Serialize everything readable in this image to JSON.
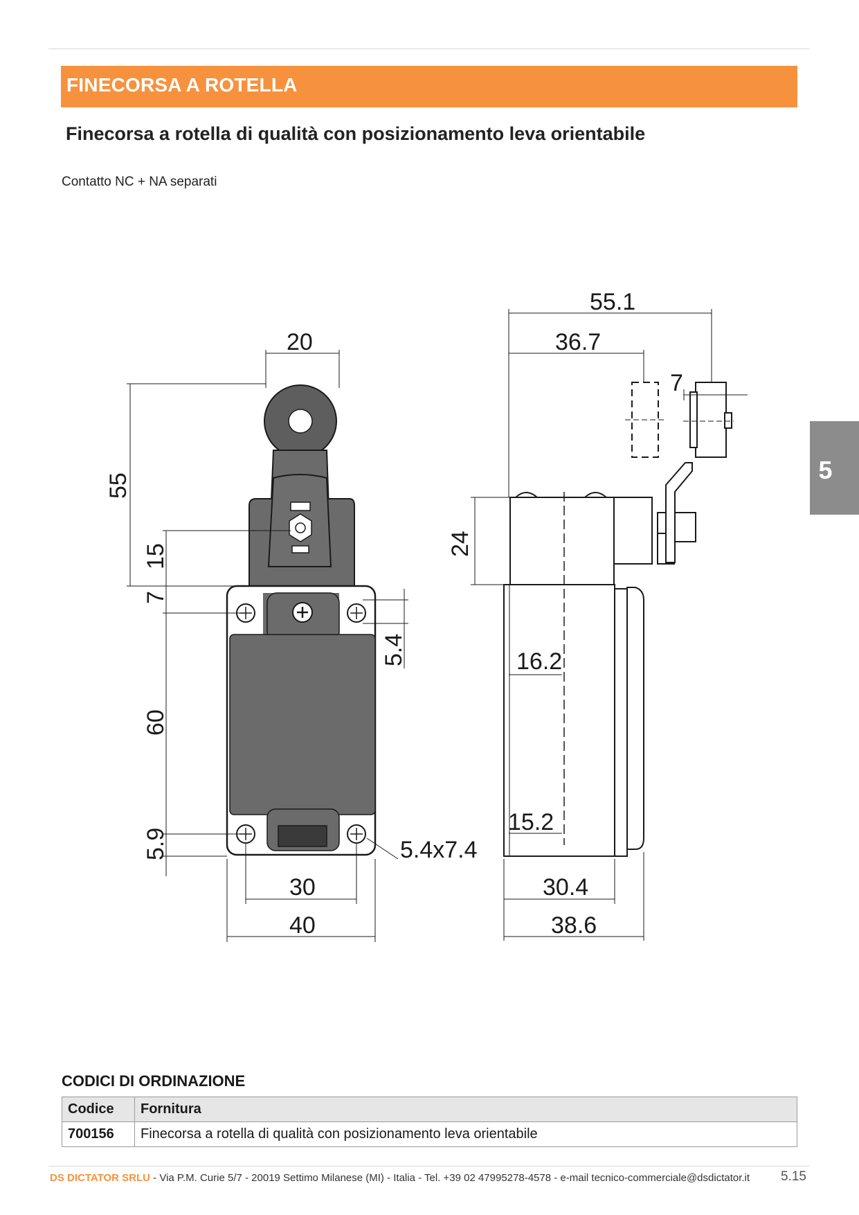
{
  "header": {
    "title": "FINECORSA A ROTELLA",
    "subtitle": "Finecorsa a rotella di qualità con posizionamento leva orientabile",
    "contact_type": "Contatto NC + NA separati"
  },
  "section_tab": "5",
  "colors": {
    "accent": "#f6923e",
    "tab": "#8c8c8c",
    "body": "#6b6b6b"
  },
  "drawing": {
    "front": {
      "width_roller": "20",
      "height_total": "55",
      "height_lever": "15",
      "offset_top": "7",
      "height_body": "60",
      "offset_bottom": "5.9",
      "hole_offset": "5.4",
      "hole_size": "5.4x7.4",
      "holes_spacing": "30",
      "width_body": "40"
    },
    "side": {
      "width_total": "55.1",
      "width_lever": "36.7",
      "roller_width": "7",
      "height_head": "24",
      "depth_top": "16.2",
      "depth_bottom": "15.2",
      "depth_body": "30.4",
      "depth_total": "38.6"
    }
  },
  "order_codes": {
    "heading": "CODICI DI ORDINAZIONE",
    "columns": [
      "Codice",
      "Fornitura"
    ],
    "rows": [
      {
        "code": "700156",
        "description": "Finecorsa a rotella di qualità con posizionamento leva orientabile"
      }
    ]
  },
  "footer": {
    "company": "DS DICTATOR SRLU",
    "address": " - Via P.M. Curie 5/7 - 20019 Settimo Milanese (MI) - Italia - Tel. +39 02 47995278-4578 - e-mail tecnico-commerciale@dsdictator.it",
    "page": "5.15"
  }
}
